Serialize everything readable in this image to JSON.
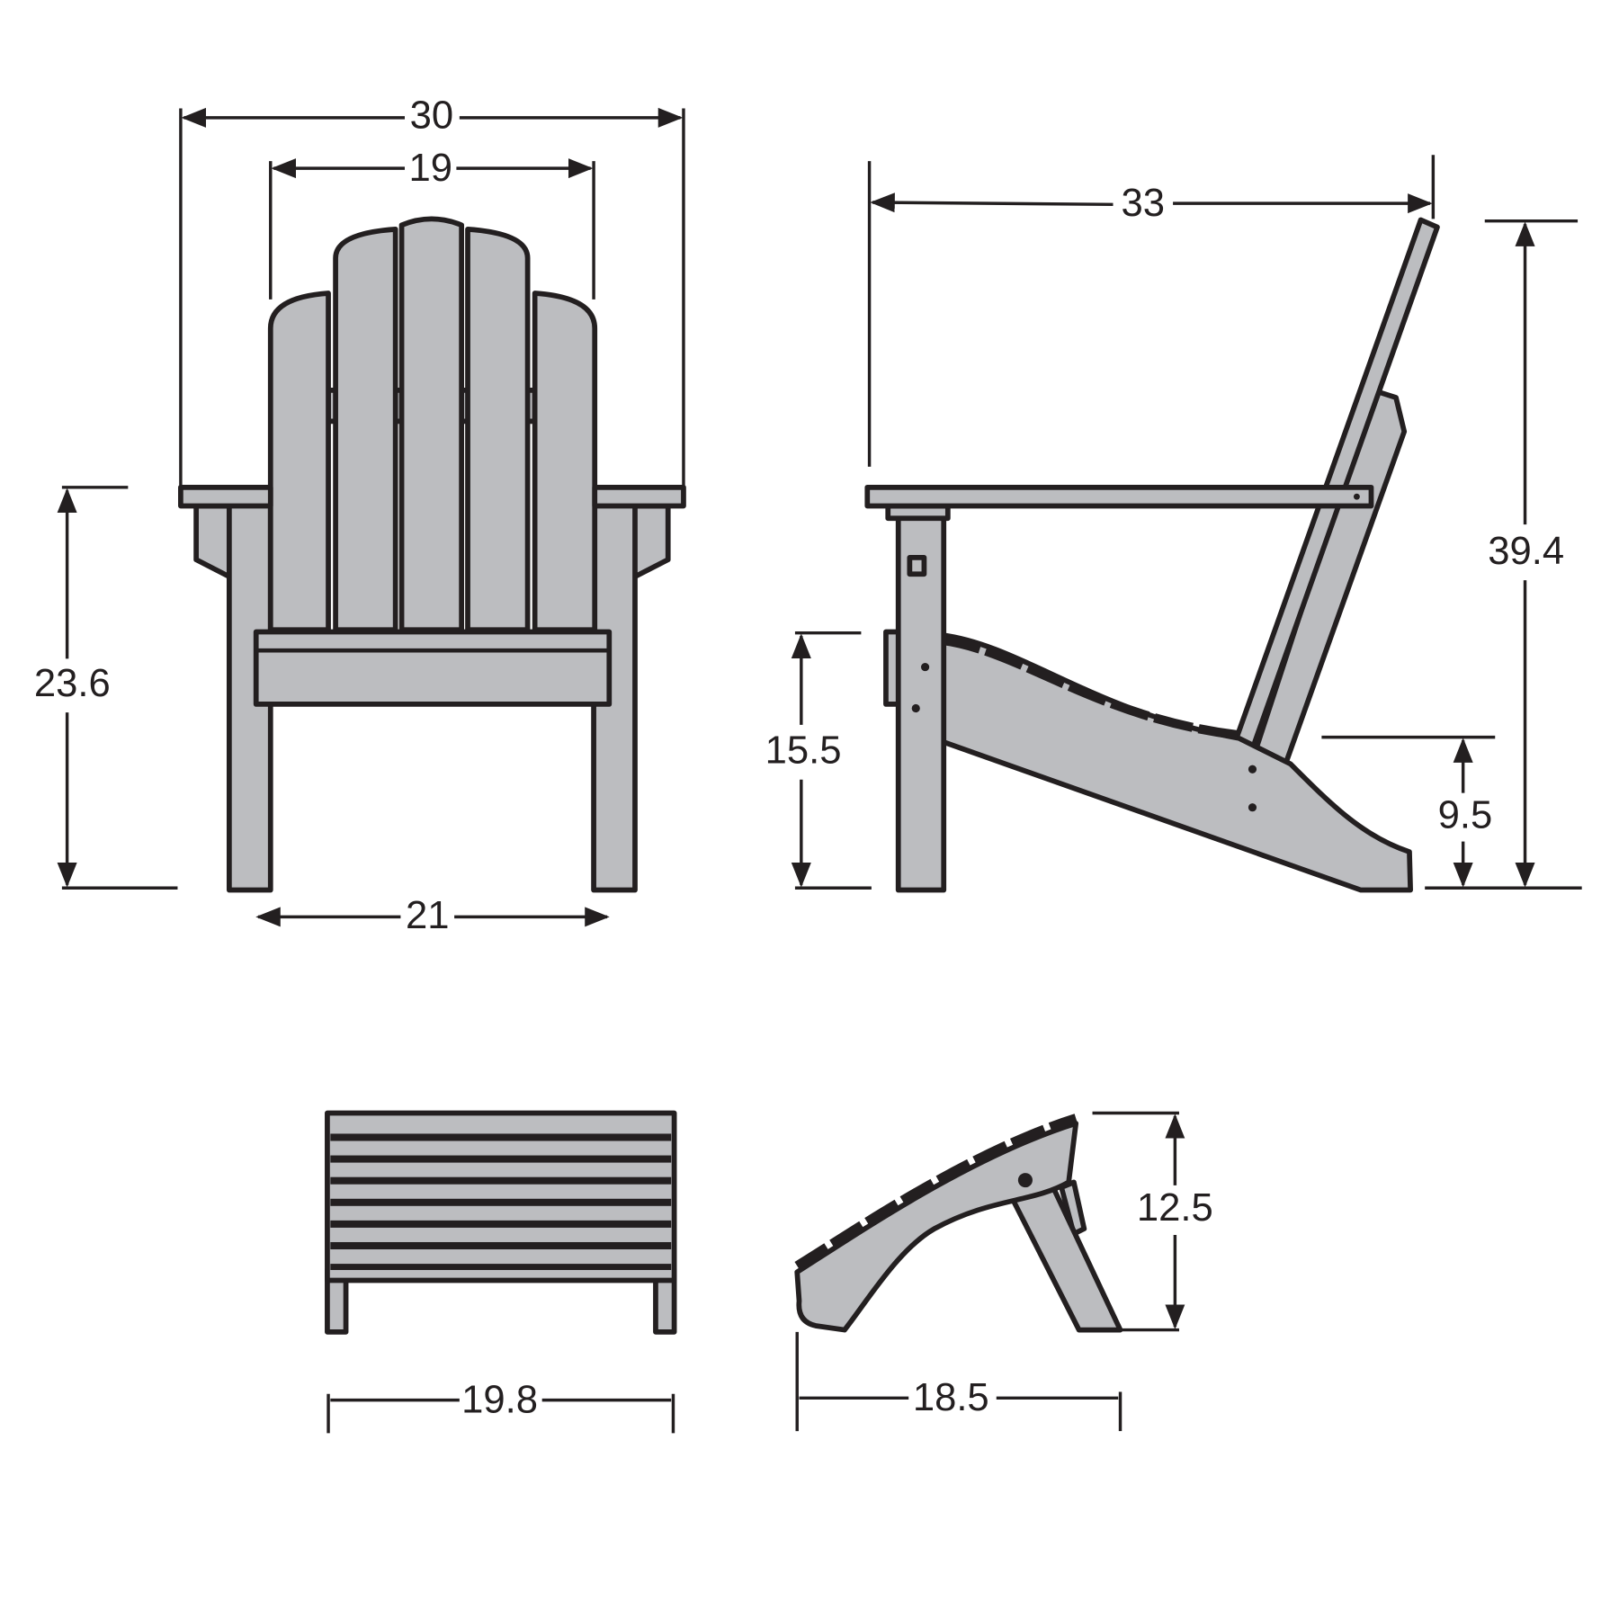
{
  "diagram": {
    "colors": {
      "part_fill": "#bcbdc0",
      "outline": "#231f20",
      "background": "#ffffff"
    },
    "front_view": {
      "overall_width": "30",
      "back_width": "19",
      "arm_height": "23.6",
      "leg_span": "21"
    },
    "side_view": {
      "depth": "33",
      "total_height": "39.4",
      "seat_front_height": "15.5",
      "seat_rear_height": "9.5"
    },
    "ottoman_front": {
      "width": "19.8"
    },
    "ottoman_side": {
      "depth": "18.5",
      "height": "12.5"
    }
  }
}
